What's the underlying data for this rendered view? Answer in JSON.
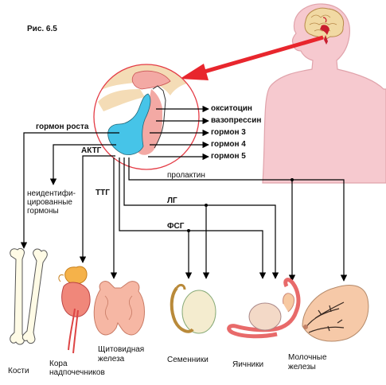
{
  "figure_label": "Рис. 6.5",
  "hormones": {
    "growth": "гормон роста",
    "acth": "АКТГ",
    "oxytocin": "окситоцин",
    "vasopressin": "вазопрессин",
    "h3": "гормон 3",
    "h4": "гормон 4",
    "h5": "гормон 5",
    "prolactin": "пролактин",
    "tsh": "ТТГ",
    "lh": "ЛГ",
    "fsh": "ФСГ",
    "unidentified": [
      "неидентифи-",
      "цированные",
      "гормоны"
    ]
  },
  "targets": {
    "bones": "Кости",
    "adrenal": [
      "Кора",
      "надпочечников"
    ],
    "thyroid": [
      "Щитовидная",
      "железа"
    ],
    "testes": "Семенники",
    "ovaries": "Яичники",
    "mammary": [
      "Молочные",
      "железы"
    ]
  },
  "colors": {
    "skin": "#f6c9cf",
    "skin_stroke": "#e0a3ab",
    "arrow": "#e8262d",
    "anterior_lobe": "#46c4e8",
    "posterior_lobe": "#f3a9a4",
    "brain_tissue": "#f4dcb6",
    "circle": "#e43b45",
    "thyroid": "#f6b7a4",
    "adrenal": "#f5b24a",
    "ovary": "#f3d9c7",
    "bone": "#fffbe6"
  }
}
